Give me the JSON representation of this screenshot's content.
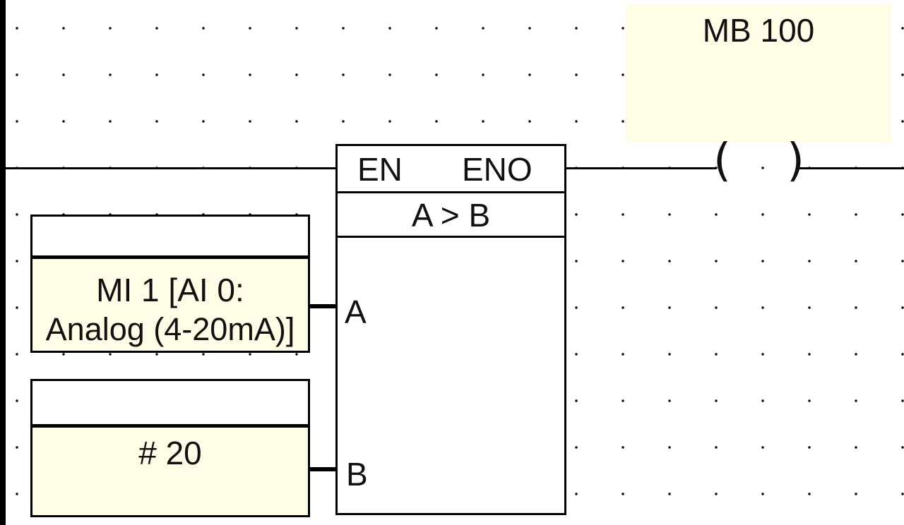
{
  "diagram": {
    "coil": {
      "address": "MB 100",
      "open_paren": "(",
      "close_paren": ")"
    },
    "function_block": {
      "en_label": "EN",
      "eno_label": "ENO",
      "operation": "A > B",
      "input_a_label": "A",
      "input_b_label": "B"
    },
    "operand_a": {
      "line1": "MI 1 [AI 0:",
      "line2": "Analog (4-20mA)]"
    },
    "operand_b": {
      "value": "# 20"
    }
  }
}
